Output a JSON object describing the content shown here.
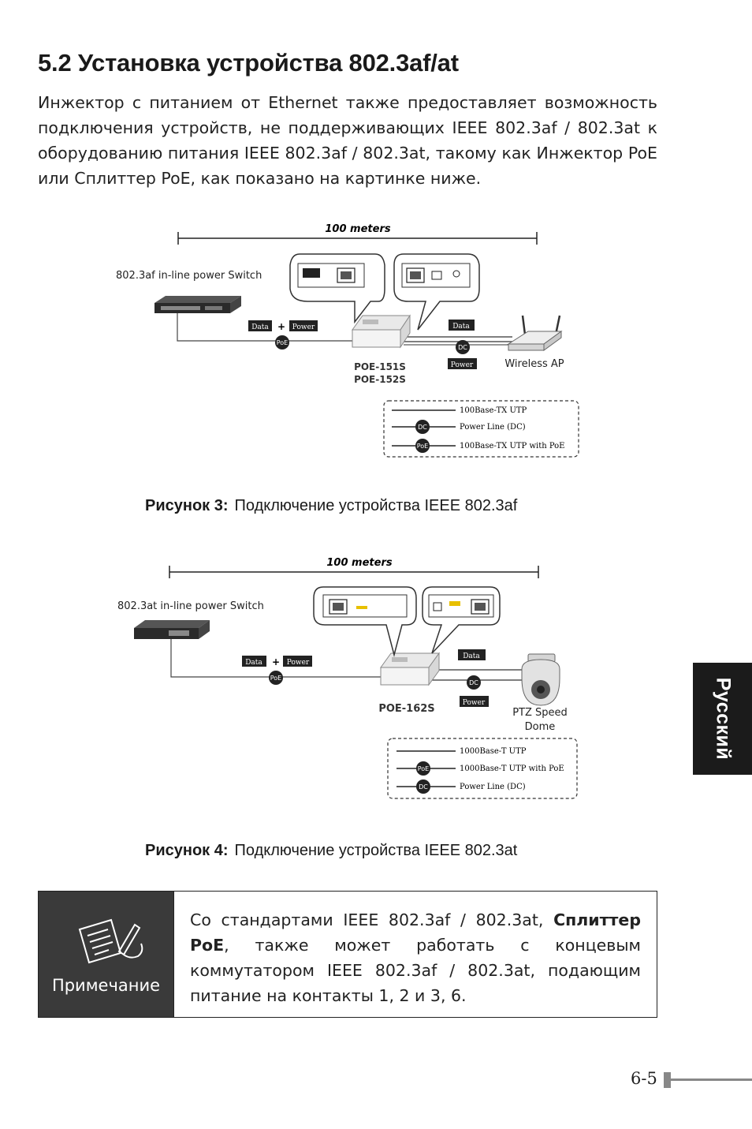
{
  "page": {
    "title": "5.2 Установка устройства 802.3af/at",
    "intro": "Инжектор с питанием от Ethernet также предоставляет возможность подключения устройств, не поддерживающих IEEE 802.3af / 802.3at к оборудованию питания IEEE 802.3af / 802.3at, такому как Инжектор PoE или Сплиттер PoE, как показано на картинке ниже.",
    "side_tab": "Русский",
    "page_number": "6-5"
  },
  "figure3": {
    "distance": "100 meters",
    "switch_label": "802.3af in-line power Switch",
    "data_tag": "Data",
    "plus": "+",
    "power_tag": "Power",
    "poe_badge": "PoE",
    "dc_badge": "DC",
    "right_data_tag": "Data",
    "right_power_tag": "Power",
    "device_line1": "POE-151S",
    "device_line2": "POE-152S",
    "endpoint": "Wireless AP",
    "legend": [
      {
        "badge": "",
        "text": "100Base-TX UTP"
      },
      {
        "badge": "DC",
        "text": "Power Line (DC)"
      },
      {
        "badge": "PoE",
        "text": "100Base-TX UTP with PoE"
      }
    ],
    "caption_bold": "Рисунок 3:",
    "caption_text": "Подключение устройства IEEE 802.3af"
  },
  "figure4": {
    "distance": "100 meters",
    "switch_label": "802.3at in-line power Switch",
    "data_tag": "Data",
    "plus": "+",
    "power_tag": "Power",
    "poe_badge": "PoE",
    "dc_badge": "DC",
    "right_data_tag": "Data",
    "right_power_tag": "Power",
    "device_line1": "POE-162S",
    "endpoint_line1": "PTZ Speed",
    "endpoint_line2": "Dome",
    "legend": [
      {
        "badge": "",
        "text": "1000Base-T UTP"
      },
      {
        "badge": "PoE",
        "text": "1000Base-T UTP with PoE"
      },
      {
        "badge": "DC",
        "text": "Power Line (DC)"
      }
    ],
    "caption_bold": "Рисунок 4:",
    "caption_text": "Подключение устройства IEEE 802.3at"
  },
  "note": {
    "label": "Примечание",
    "text_before": "Со стандартами IEEE 802.3af / 802.3at, ",
    "text_bold": "Сплиттер PoE",
    "text_after": ", также может работать с концевым коммутатором IEEE 802.3af / 802.3at, подающим питание на контакты 1, 2 и 3, 6.",
    "icon": "note-writing-icon"
  }
}
